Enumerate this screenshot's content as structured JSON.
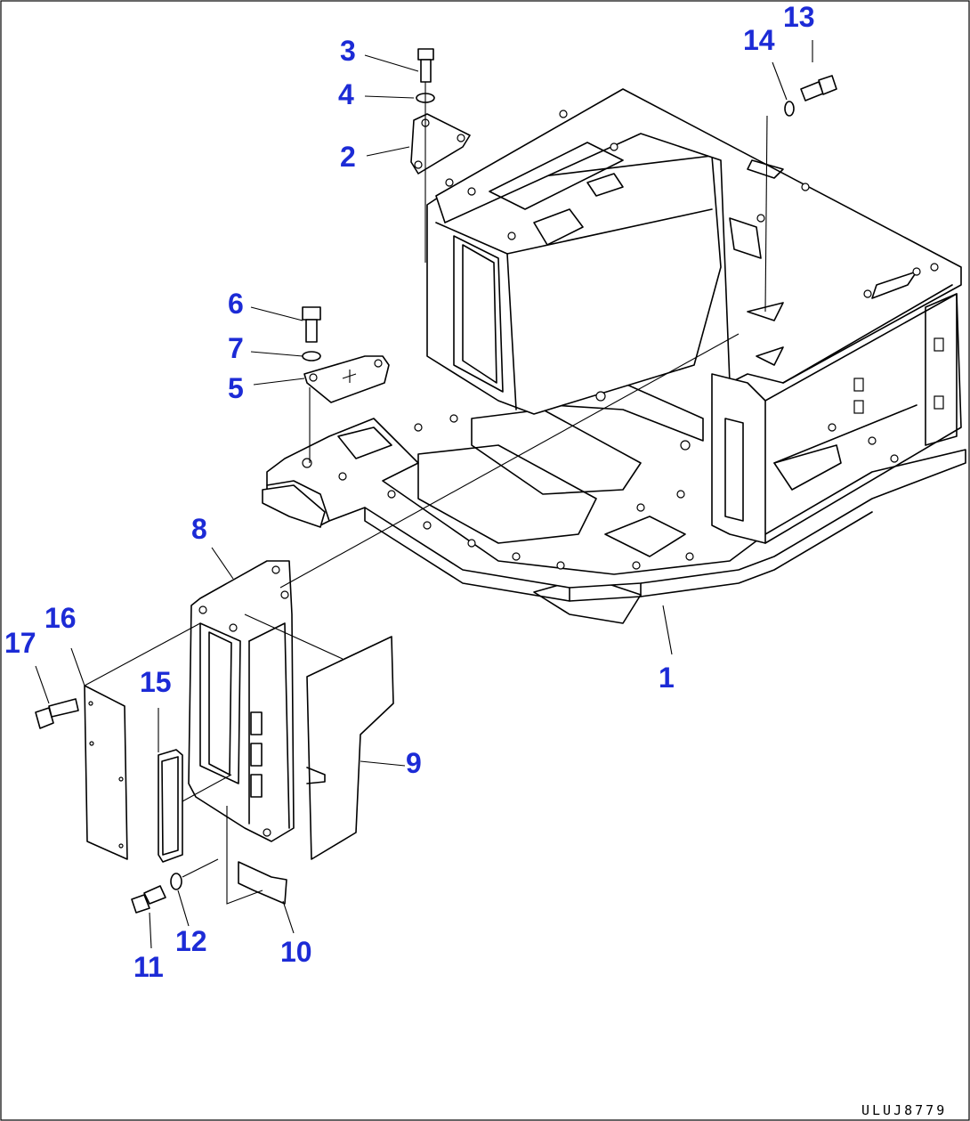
{
  "callouts": [
    {
      "id": "1",
      "label": "1"
    },
    {
      "id": "2",
      "label": "2"
    },
    {
      "id": "3",
      "label": "3"
    },
    {
      "id": "4",
      "label": "4"
    },
    {
      "id": "5",
      "label": "5"
    },
    {
      "id": "6",
      "label": "6"
    },
    {
      "id": "7",
      "label": "7"
    },
    {
      "id": "8",
      "label": "8"
    },
    {
      "id": "9",
      "label": "9"
    },
    {
      "id": "10",
      "label": "10"
    },
    {
      "id": "11",
      "label": "11"
    },
    {
      "id": "12",
      "label": "12"
    },
    {
      "id": "13",
      "label": "13"
    },
    {
      "id": "14",
      "label": "14"
    },
    {
      "id": "15",
      "label": "15"
    },
    {
      "id": "16",
      "label": "16"
    },
    {
      "id": "17",
      "label": "17"
    }
  ],
  "drawing_code": "ULUJ8779",
  "colors": {
    "callout": "#1c2bd6",
    "line": "#000000",
    "background": "#ffffff"
  }
}
